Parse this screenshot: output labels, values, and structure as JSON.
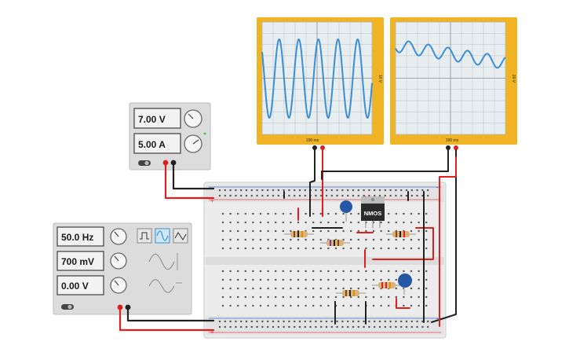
{
  "colors": {
    "scope_frame": "#f0b323",
    "scope_trace": "#3a8fd6",
    "wire_red": "#e01e1e",
    "wire_black": "#222222",
    "board": "#e9e9e9",
    "board_rail_red": "#e44a4a",
    "board_rail_blue": "#3f6fd1",
    "capacitor": "#2557a7",
    "chip": "#2a2a2a"
  },
  "power_supply": {
    "voltage": "7.00 V",
    "current": "5.00 A"
  },
  "function_generator": {
    "frequency": "50.0 Hz",
    "amplitude": "700 mV",
    "offset": "0.00 V",
    "waveforms": [
      "square-wave-icon",
      "sine-wave-icon",
      "triangle-wave-icon"
    ],
    "selected_waveform": "sine-wave-icon"
  },
  "oscilloscope_left": {
    "time_label": "100 ms",
    "volt_label": "10 V"
  },
  "oscilloscope_right": {
    "time_label": "100 ms",
    "volt_label": "20 V"
  },
  "breadboard": {
    "chip_label": "NMOS",
    "rail_plus": "+",
    "rail_minus": "-"
  }
}
